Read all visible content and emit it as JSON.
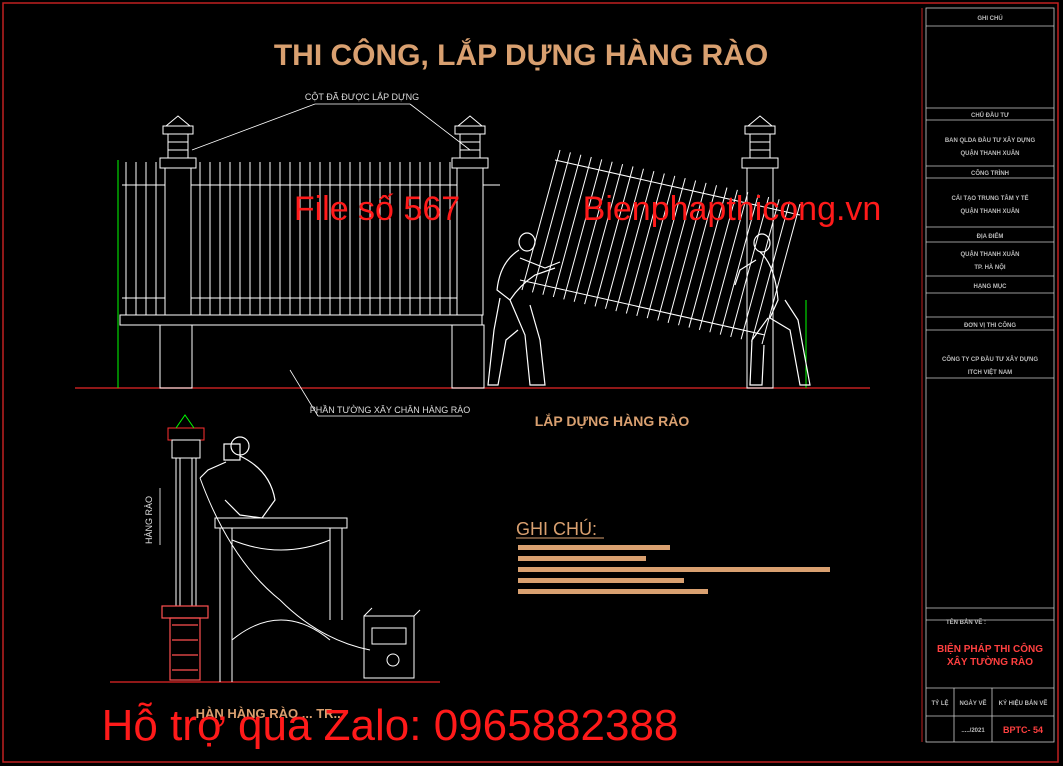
{
  "title": "THI CÔNG, LẮP DỰNG HÀNG RÀO",
  "callouts": {
    "posts": "CỘT ĐÃ ĐƯỢC LẮP DỰNG",
    "wall": "PHẦN TƯỜNG XÂY CHÂN HÀNG RÀO",
    "fence_vertical": "HÀNG RÀO"
  },
  "captions": {
    "erect": "LẮP DỰNG HÀNG RÀO",
    "weld": "HÀN HÀNG RÀO ... TR..."
  },
  "notes": {
    "heading": "GHI CHÚ:"
  },
  "watermarks": {
    "file": "File số 567",
    "site": "Bienphapthicong.vn",
    "zalo": "Hỗ trợ qua Zalo: 0965882388"
  },
  "title_block": {
    "r1": "GHI CHÚ",
    "r2": "CHỦ ĐẦU TƯ",
    "r3a": "BAN QLDA ĐẦU TƯ XÂY DỰNG",
    "r3b": "QUẬN THANH XUÂN",
    "r4": "CÔNG TRÌNH",
    "r5a": "CẢI TẠO TRUNG TÂM Y TẾ",
    "r5b": "QUẬN THANH XUÂN",
    "r6": "ĐỊA ĐIỂM",
    "r7a": "QUẬN THANH XUÂN",
    "r7b": "TP. HÀ NỘI",
    "r8": "HẠNG MỤC",
    "r9": "ĐƠN VỊ THI CÔNG",
    "r10a": "CÔNG TY CP ĐẦU TƯ XÂY DỰNG",
    "r10b": "ITCH VIỆT NAM",
    "r11": "TÊN BẢN VẼ :",
    "r12a": "BIỆN PHÁP THI CÔNG",
    "r12b": "XÂY TƯỜNG RÀO",
    "c1": "TỶ LỆ",
    "c2": "NGÀY VẼ",
    "c3": "KÝ HIỆU BẢN VẼ",
    "c4": "...../2021",
    "c5": "BPTC- 54"
  },
  "colors": {
    "background": "#000000",
    "frame": "#ff2a2a",
    "drawing": "#ffffff",
    "title": "#d9a070",
    "watermark": "#ff2020",
    "accent_green": "#00ff00"
  }
}
